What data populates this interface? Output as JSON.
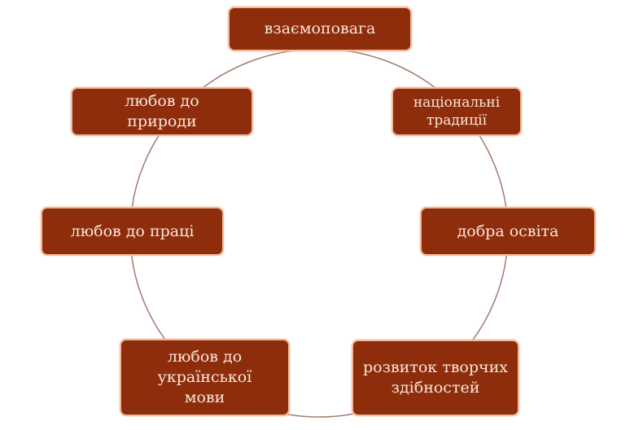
{
  "nodes": [
    {
      "id": "top",
      "label": "взаємоповага"
    },
    {
      "id": "traditions",
      "label": "національні традиції"
    },
    {
      "id": "education",
      "label": "добра освіта"
    },
    {
      "id": "creativity",
      "label": "розвиток творчих здібностей"
    },
    {
      "id": "language",
      "label": "любов до української мови"
    },
    {
      "id": "work",
      "label": "любов до праці"
    },
    {
      "id": "nature",
      "label": "любов до природи"
    }
  ],
  "colors": {
    "fill": "#8e2d0c",
    "border": "#f2b898",
    "ring": "#a0706a",
    "text": "#f7e6da"
  }
}
